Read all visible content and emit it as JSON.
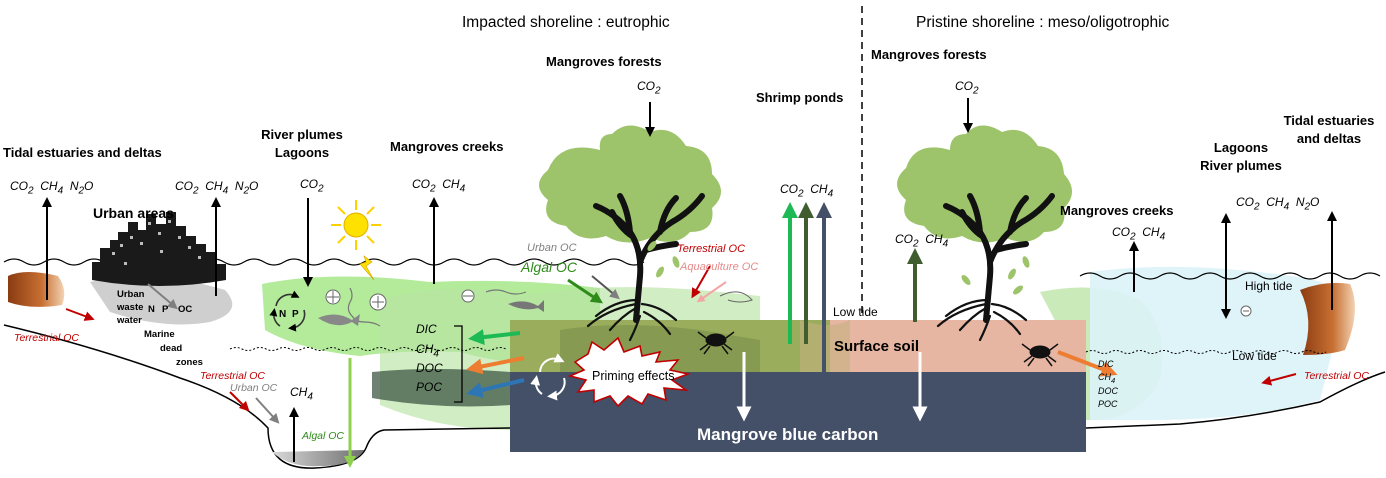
{
  "headers": {
    "impacted": "Impacted shoreline : eutrophic",
    "pristine": "Pristine shoreline : meso/oligotrophic"
  },
  "zones": {
    "tidal_left": "Tidal estuaries and deltas",
    "urban": "Urban areas",
    "river_plumes": "River plumes",
    "lagoons": "Lagoons",
    "creeks_left": "Mangroves creeks",
    "forests_left": "Mangroves forests",
    "shrimp": "Shrimp ponds",
    "forests_right": "Mangroves forests",
    "creeks_right": "Mangroves creeks",
    "lagoons_right": "Lagoons",
    "river_plumes_right": "River plumes",
    "tidal_right_1": "Tidal estuaries",
    "tidal_right_2": "and deltas"
  },
  "gases": {
    "co2": "CO",
    "ch4": "CH",
    "n2o": "N",
    "sub2": "2",
    "sub4": "4",
    "n2o_tail": "O"
  },
  "carbon_inputs": {
    "urban_oc": "Urban OC",
    "algal_oc": "Algal OC",
    "terrestrial_oc": "Terrestrial OC",
    "aquaculture_oc": "Aquaculture OC"
  },
  "labels": {
    "urban_waste_1": "Urban",
    "urban_waste_2": "waste",
    "urban_waste_3": "water",
    "n": "N",
    "p": "P",
    "oc": "OC",
    "dead_1": "Marine",
    "dead_2": "dead",
    "dead_3": "zones",
    "low_tide": "Low tide",
    "high_tide": "High tide",
    "surface_soil": "Surface soil",
    "blue_carbon": "Mangrove blue carbon",
    "priming": "Priming effects",
    "dic": "DIC",
    "doc": "DOC",
    "poc": "POC"
  },
  "colors": {
    "soil_dark": "#435068",
    "soil_green": "#9aad5c",
    "soil_pink": "#e6b6a2",
    "plume_green": "#a6e88a",
    "plume_blue": "#dcf3f8",
    "tree_crown": "#9dc46a",
    "arrow_green_light": "#1db954",
    "arrow_green_dark": "#3f5d2e",
    "arrow_slate": "#435068",
    "arrow_orange": "#ed7d31",
    "arrow_blue": "#2e75b6",
    "arrow_red": "#c00000"
  }
}
